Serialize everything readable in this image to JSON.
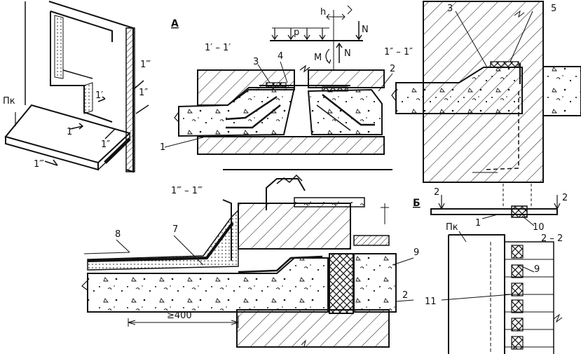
{
  "labels": {
    "A": "А",
    "B": "Б",
    "sec11": "1′ – 1′",
    "sec12": "1″ – 1″",
    "sec13": "1‴ – 1‴",
    "sec22": "2 – 2",
    "h": "h",
    "p": "p",
    "N": "N",
    "M": "M",
    "Nv": "N",
    "dim400": "≥400",
    "pk1": "Пк",
    "pk2": "Пк",
    "n1a": "1",
    "n1b": "1",
    "n2a": "2",
    "n2b": "2",
    "n2c": "2",
    "n2d": "2",
    "n3a": "3",
    "n3b": "3",
    "n4": "4",
    "n5": "5",
    "n7": "7",
    "n8": "8",
    "n9a": "9",
    "n9b": "9",
    "n10": "10",
    "n11": "11",
    "iso1a": "1′",
    "iso1b": "1′",
    "iso1c": "1″",
    "iso1d": "1″",
    "iso1e": "1‴",
    "iso1f": "1‴"
  },
  "colors": {
    "ink": "#111111",
    "paper": "#ffffff"
  }
}
